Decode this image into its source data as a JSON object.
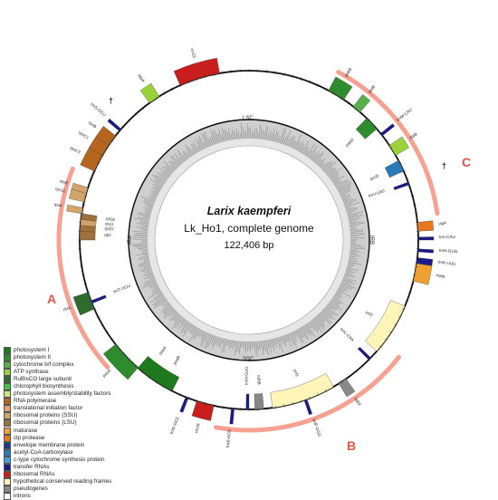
{
  "genome": {
    "species": "Larix kaempferi",
    "name": "Lk_Ho1, complete genome",
    "size": "122,406 bp"
  },
  "ring_labels": {
    "lsc": "LSC",
    "ssc": "SSC",
    "ira": "IRA",
    "irb": "IRB"
  },
  "regions": [
    {
      "letter": "A"
    },
    {
      "letter": "B"
    },
    {
      "letter": "C"
    }
  ],
  "daggers": [
    "†",
    "†"
  ],
  "legend": [
    {
      "label": "photosystem I",
      "color": "#1d7a1d"
    },
    {
      "label": "photosystem II",
      "color": "#2e8b2e"
    },
    {
      "label": "cytochrome b/f complex",
      "color": "#58b04a"
    },
    {
      "label": "ATP synthase",
      "color": "#9bd23a"
    },
    {
      "label": "RuBisCO large subunit",
      "color": "#2f6b2f"
    },
    {
      "label": "chlorophyll biosynthesis",
      "color": "#48c048"
    },
    {
      "label": "photosystem assembly/stability factors",
      "color": "#c8e87a"
    },
    {
      "label": "RNA polymerase",
      "color": "#b5651d"
    },
    {
      "label": "translational initiation factor",
      "color": "#e8a070"
    },
    {
      "label": "ribosomal proteins (SSU)",
      "color": "#d4a56a"
    },
    {
      "label": "ribosomal proteins (LSU)",
      "color": "#a0703a"
    },
    {
      "label": "maturase",
      "color": "#f0a030"
    },
    {
      "label": "clp protease",
      "color": "#e87820"
    },
    {
      "label": "envelope membrane protein",
      "color": "#1a3a8a"
    },
    {
      "label": "acetyl-CoA carboxylase",
      "color": "#2a7ab8"
    },
    {
      "label": "c-type cytochrome synthesis protein",
      "color": "#40a0e0"
    },
    {
      "label": "transfer RNAs",
      "color": "#1a1a8a"
    },
    {
      "label": "ribosomal RNAs",
      "color": "#c81e1e"
    },
    {
      "label": "hypothetical conserved reading frames",
      "color": "#fff5b8"
    },
    {
      "label": "pseudogenes",
      "color": "#888888"
    },
    {
      "label": "introns",
      "color": "#ffffff"
    }
  ],
  "genes": [
    {
      "name": "ycf1",
      "color": "#fff5b8"
    },
    {
      "name": "rrn23",
      "color": "#c81e1e"
    },
    {
      "name": "psbA",
      "color": "#2e8b2e"
    },
    {
      "name": "ndhB",
      "color": "#888888"
    },
    {
      "name": "trnK-UUU",
      "color": "#1a1a8a"
    },
    {
      "name": "matK",
      "color": "#f0a030"
    },
    {
      "name": "rbcL",
      "color": "#2f6b2f"
    },
    {
      "name": "rpoC2",
      "color": "#b5651d"
    },
    {
      "name": "rpoC1",
      "color": "#b5651d"
    },
    {
      "name": "rpoB",
      "color": "#b5651d"
    },
    {
      "name": "rps4",
      "color": "#d4a56a"
    },
    {
      "name": "rps11",
      "color": "#d4a56a"
    },
    {
      "name": "rps8",
      "color": "#d4a56a"
    },
    {
      "name": "rpl2",
      "color": "#a0703a"
    },
    {
      "name": "rpl22",
      "color": "#a0703a"
    },
    {
      "name": "rps3",
      "color": "#d4a56a"
    },
    {
      "name": "rpl16",
      "color": "#a0703a"
    },
    {
      "name": "psbB",
      "color": "#2e8b2e"
    },
    {
      "name": "psbD",
      "color": "#2e8b2e"
    },
    {
      "name": "psaA",
      "color": "#1d7a1d"
    },
    {
      "name": "psaB",
      "color": "#1d7a1d"
    },
    {
      "name": "atpA",
      "color": "#9bd23a"
    },
    {
      "name": "atpB",
      "color": "#9bd23a"
    },
    {
      "name": "petB",
      "color": "#58b04a"
    },
    {
      "name": "clpP",
      "color": "#e87820"
    },
    {
      "name": "accD",
      "color": "#2a7ab8"
    },
    {
      "name": "ycf2",
      "color": "#fff5b8"
    },
    {
      "name": "ndhF",
      "color": "#888888"
    },
    {
      "name": "rrn16",
      "color": "#c81e1e"
    },
    {
      "name": "trnI-CAU",
      "color": "#1a1a8a"
    },
    {
      "name": "trnL-CAA",
      "color": "#1a1a8a"
    },
    {
      "name": "trnR-ACG",
      "color": "#1a1a8a"
    },
    {
      "name": "trnN-GUU",
      "color": "#1a1a8a"
    },
    {
      "name": "trnH-GUG",
      "color": "#1a1a8a"
    },
    {
      "name": "trnS-GCU",
      "color": "#1a1a8a"
    },
    {
      "name": "trnT-UGU",
      "color": "#1a1a8a"
    },
    {
      "name": "trnG-GCC",
      "color": "#1a1a8a"
    },
    {
      "name": "trnM-CAU",
      "color": "#1a1a8a"
    },
    {
      "name": "trnP-GGG",
      "color": "#1a1a8a"
    },
    {
      "name": "trnV-UAC",
      "color": "#1a1a8a"
    }
  ]
}
